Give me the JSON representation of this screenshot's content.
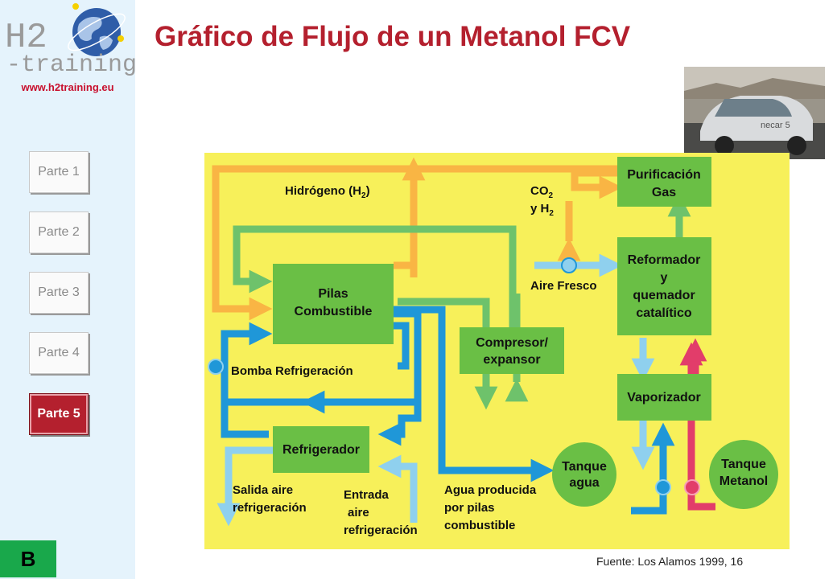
{
  "brand": {
    "logo_text_top": "H2",
    "logo_text_bottom": "-training",
    "url": "www.h2training.eu"
  },
  "nav": {
    "items": [
      {
        "label": "Parte 1",
        "active": false
      },
      {
        "label": "Parte 2",
        "active": false
      },
      {
        "label": "Parte 3",
        "active": false
      },
      {
        "label": "Parte 4",
        "active": false
      },
      {
        "label": "Parte 5",
        "active": true
      }
    ],
    "section_badge": "B"
  },
  "page": {
    "title": "Gráfico de Flujo de un Metanol FCV",
    "source_caption": "Fuente: Los Alamos 1999, 16"
  },
  "photo": {
    "icon": "car-photo",
    "car_text": "necar 5"
  },
  "diagram": {
    "colors": {
      "background": "#f7f05a",
      "box": "#6abf45",
      "hydrogen_arrow": "#f9b544",
      "air_arrow": "#6ec26b",
      "coolant_arrow": "#1f97d8",
      "light_air": "#8fd0ee",
      "methanol": "#e23d6a"
    },
    "boxes": {
      "fuel_cell": [
        "Pilas",
        "Combustible"
      ],
      "purification": [
        "Purificación",
        "Gas"
      ],
      "reformer": [
        "Reformador",
        "y",
        "quemador",
        "catalítico"
      ],
      "compressor": [
        "Compresor/",
        "expansor"
      ],
      "vaporizer": [
        "Vaporizador"
      ],
      "radiator": [
        "Refrigerador"
      ],
      "water_tank": [
        "Tanque",
        "agua"
      ],
      "methanol_tank": [
        "Tanque",
        "Metanol"
      ]
    },
    "labels": {
      "hydrogen": "Hidrógeno (H",
      "hydrogen_sub": "2",
      "hydrogen_end": ")",
      "co2_line1": "CO",
      "co2_sub": "2",
      "co2_line2": "y H",
      "h2_sub": "2",
      "fresh_air": "Aire Fresco",
      "cooling_pump": "Bomba Refrigeración",
      "cooling_air_out": [
        "Salida aire",
        "refrigeración"
      ],
      "cooling_air_in": [
        "Entrada",
        "aire",
        "refrigeración"
      ],
      "produced_water": [
        "Agua producida",
        "por pilas",
        "combustible"
      ]
    }
  }
}
